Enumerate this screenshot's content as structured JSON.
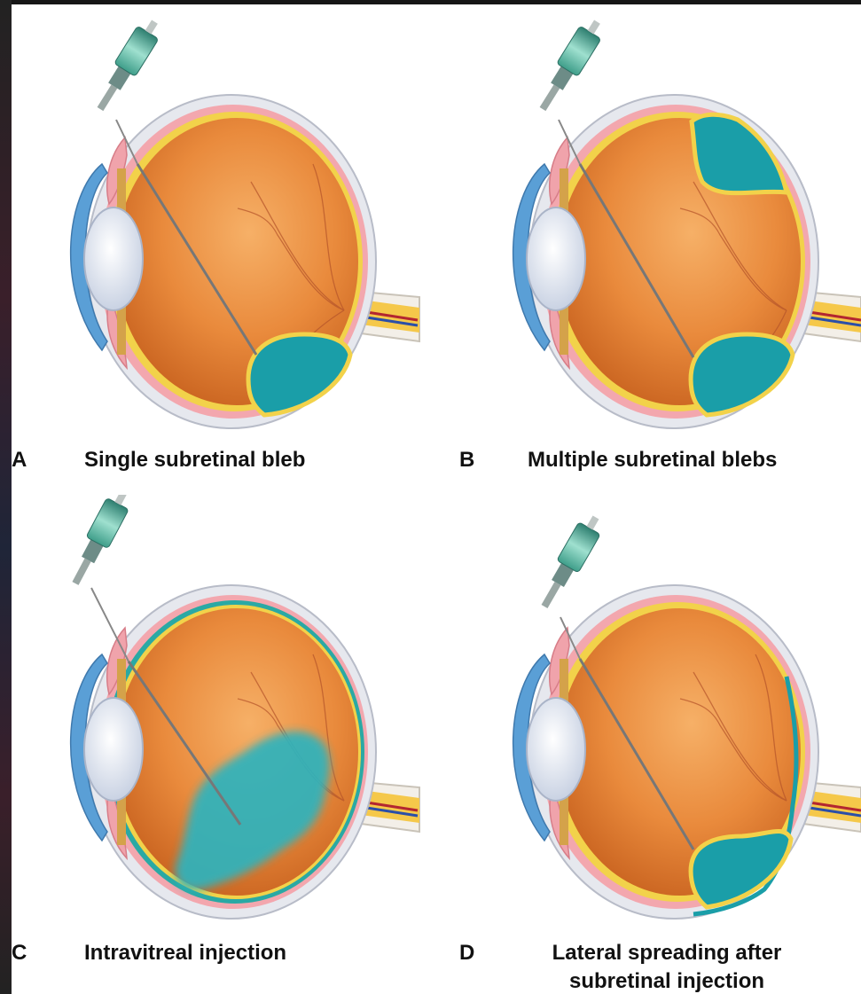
{
  "figure": {
    "panels": [
      {
        "id": "A",
        "letter": "A",
        "caption": "Single subretinal bleb"
      },
      {
        "id": "B",
        "letter": "B",
        "caption": "Multiple subretinal blebs"
      },
      {
        "id": "C",
        "letter": "C",
        "caption": "Intravitreal injection"
      },
      {
        "id": "D",
        "letter": "D",
        "caption_line1": "Lateral spreading after",
        "caption_line2": "subretinal injection"
      }
    ],
    "colors": {
      "vitreous": "#e8883a",
      "bleb": "#1a9ea8",
      "retina_border": "#f2d24a",
      "sclera": "#e6e8ee",
      "choroid": "#f3a7ae",
      "lens": "#f4f6fa",
      "cornea": "#5a9fd6"
    }
  }
}
